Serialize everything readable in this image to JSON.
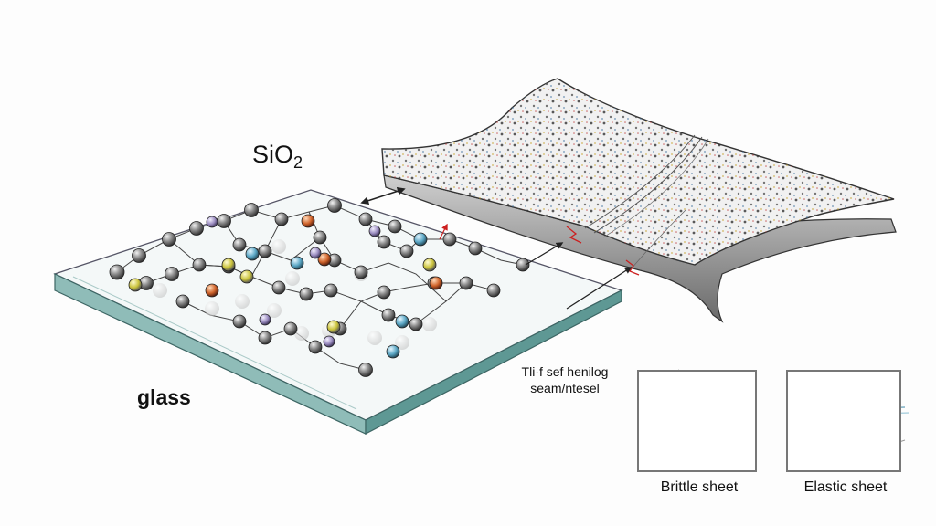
{
  "labels": {
    "sio2_main": "SiO",
    "sio2_sub": "2",
    "glass": "glass",
    "note_line1": "Tli·f sef henilog",
    "note_line2": "seam/ntesel"
  },
  "panels": [
    {
      "id": "brittle",
      "caption": "Brittle sheet"
    },
    {
      "id": "elastic",
      "caption": "Elastic sheet"
    }
  ],
  "colors": {
    "glass_edge": "#4f8f8c",
    "glass_face": "#e8f1f1",
    "atom_gray": "#707070",
    "atom_yellow": "#c9c23a",
    "atom_orange": "#d0632a",
    "atom_blue": "#5aa6c4",
    "atom_purple": "#9a8cc0",
    "crack_red": "#cc1f1f",
    "sheet_shadow": "#8a8a8a"
  }
}
